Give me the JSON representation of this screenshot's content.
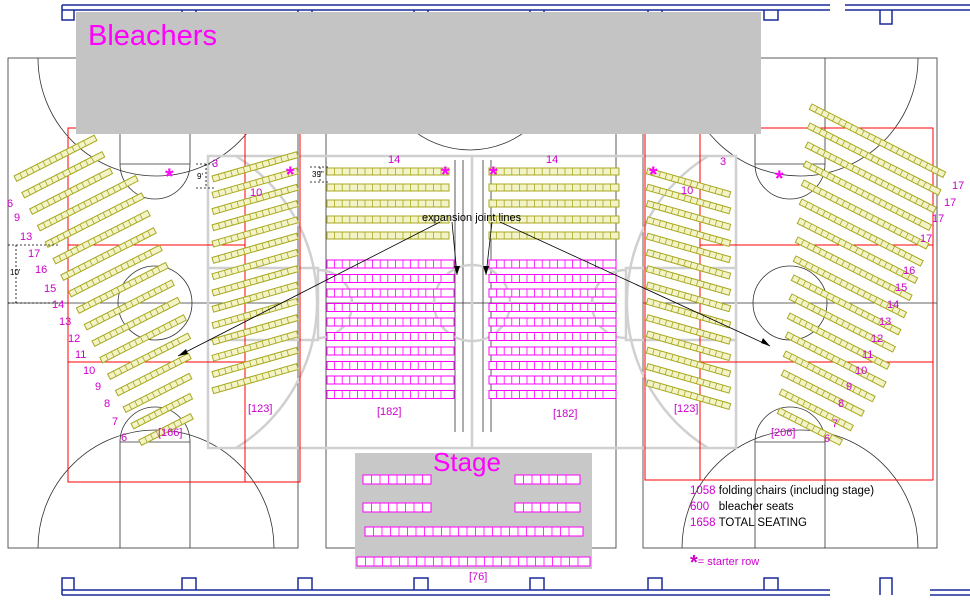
{
  "title": "Bleachers",
  "stage_label": "Stage",
  "callout": "expansion joint lines",
  "dimensions": {
    "rise": "39\"",
    "offset": "9'",
    "aisle": "10'"
  },
  "section_totals": {
    "left_angled": "[166]",
    "left_straight": "[123]",
    "center_left": "[182]",
    "center_right": "[182]",
    "right_straight": "[123]",
    "right_angled": "[206]",
    "stage": "[76]"
  },
  "row_numbers": {
    "left_angled": [
      "6",
      "9",
      "17",
      "13",
      "16",
      "15",
      "14",
      "13",
      "12",
      "11",
      "10",
      "9",
      "8",
      "7",
      "6"
    ],
    "left_straight": [
      "3",
      "10"
    ],
    "center_left": [
      "14"
    ],
    "center_right": [
      "14"
    ],
    "right_straight": [
      "3",
      "10"
    ],
    "right_angled": [
      "17",
      "17",
      "17",
      "17",
      "16",
      "15",
      "14",
      "13",
      "12",
      "11",
      "10",
      "9",
      "8",
      "7",
      "6"
    ]
  },
  "summary": {
    "folding_count": "1058",
    "folding_label": "folding chairs (including stage)",
    "bleacher_count": "600",
    "bleacher_label": "bleacher seats",
    "total_count": "1658",
    "total_label": "TOTAL SEATING"
  },
  "legend": {
    "symbol": "*",
    "text": "= starter row"
  },
  "colors": {
    "bleacher_seat": "#dcdc80",
    "folding_chair": "#ff00ff",
    "stage_chair": "#ff00ff",
    "boundary": "#ff0000",
    "court": "#cfcfcf"
  }
}
